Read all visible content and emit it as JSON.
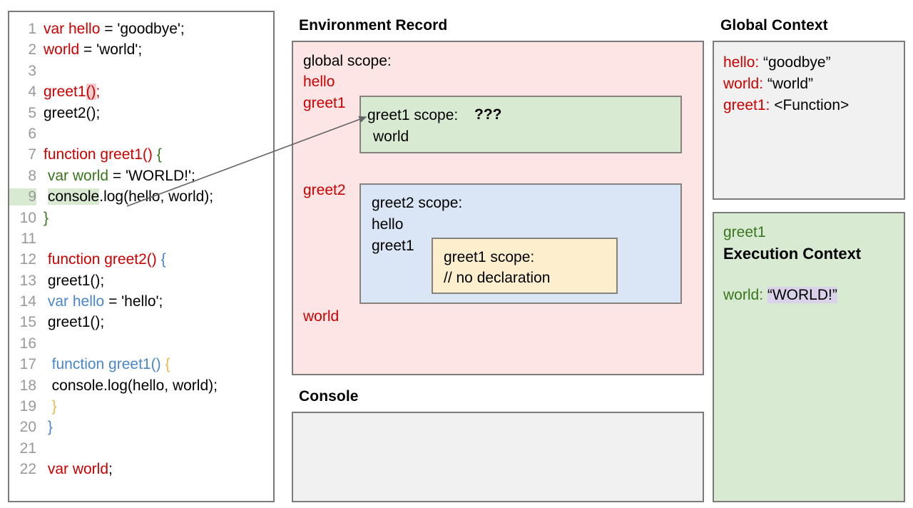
{
  "code_panel": {
    "name": "javascript-source-code",
    "lines": [
      {
        "n": "1",
        "segments": [
          {
            "t": "var hello",
            "c": "red"
          },
          {
            "t": " = 'goodbye';",
            "c": "black"
          }
        ]
      },
      {
        "n": "2",
        "segments": [
          {
            "t": "world",
            "c": "red"
          },
          {
            "t": " = 'world';",
            "c": "black"
          }
        ]
      },
      {
        "n": "3",
        "segments": []
      },
      {
        "n": "4",
        "segments": [
          {
            "t": "greet1",
            "c": "red"
          },
          {
            "t": "()",
            "c": "red",
            "hl": "red"
          },
          {
            "t": ";",
            "c": "red"
          }
        ]
      },
      {
        "n": "5",
        "segments": [
          {
            "t": "greet2();",
            "c": "black"
          }
        ]
      },
      {
        "n": "6",
        "segments": []
      },
      {
        "n": "7",
        "segments": [
          {
            "t": "function greet1()",
            "c": "red"
          },
          {
            "t": " ",
            "c": "black"
          },
          {
            "t": "{",
            "c": "green"
          }
        ]
      },
      {
        "n": "8",
        "segments": [
          {
            "t": " ",
            "c": "black"
          },
          {
            "t": "var world",
            "c": "green"
          },
          {
            "t": " = 'WORLD!';",
            "c": "black"
          }
        ]
      },
      {
        "n": "9",
        "hl_number": true,
        "segments": [
          {
            "t": " ",
            "c": "black"
          },
          {
            "t": "console",
            "c": "black",
            "hl": "green"
          },
          {
            "t": ".log(hello, world);",
            "c": "black"
          }
        ]
      },
      {
        "n": "10",
        "segments": [
          {
            "t": "}",
            "c": "green"
          }
        ]
      },
      {
        "n": "11",
        "segments": []
      },
      {
        "n": "12",
        "segments": [
          {
            "t": " function greet2()",
            "c": "red"
          },
          {
            "t": " ",
            "c": "black"
          },
          {
            "t": "{",
            "c": "blue"
          }
        ]
      },
      {
        "n": "13",
        "segments": [
          {
            "t": " greet1();",
            "c": "black"
          }
        ]
      },
      {
        "n": "14",
        "segments": [
          {
            "t": " ",
            "c": "black"
          },
          {
            "t": "var hello",
            "c": "blue"
          },
          {
            "t": " = 'hello';",
            "c": "black"
          }
        ]
      },
      {
        "n": "15",
        "segments": [
          {
            "t": " greet1();",
            "c": "black"
          }
        ]
      },
      {
        "n": "16",
        "segments": []
      },
      {
        "n": "17",
        "segments": [
          {
            "t": "  function greet1()",
            "c": "blue"
          },
          {
            "t": " ",
            "c": "black"
          },
          {
            "t": "{",
            "c": "yellow"
          }
        ]
      },
      {
        "n": "18",
        "segments": [
          {
            "t": "  console.log(hello, world);",
            "c": "black"
          }
        ]
      },
      {
        "n": "19",
        "segments": [
          {
            "t": "  }",
            "c": "yellow"
          }
        ]
      },
      {
        "n": "20",
        "segments": [
          {
            "t": " }",
            "c": "blue"
          }
        ]
      },
      {
        "n": "21",
        "segments": []
      },
      {
        "n": "22",
        "segments": [
          {
            "t": " var world",
            "c": "red"
          },
          {
            "t": ";",
            "c": "black"
          }
        ]
      }
    ]
  },
  "environment_record": {
    "title": "Environment Record",
    "global_scope_label": "global scope:",
    "global_vars": [
      "hello",
      "greet1",
      "greet2",
      "world"
    ],
    "greet1_scope": {
      "label": "greet1 scope:",
      "unknown_marker": "???",
      "vars": [
        "world"
      ]
    },
    "greet2_scope": {
      "label": "greet2 scope:",
      "vars": [
        "hello",
        "greet1"
      ],
      "inner_greet1_scope": {
        "label": "greet1 scope:",
        "comment": "// no declaration"
      }
    }
  },
  "console": {
    "title": "Console",
    "output": ""
  },
  "global_context": {
    "title": "Global Context",
    "entries": [
      {
        "key": "hello",
        "sep": ": ",
        "value": "“goodbye”"
      },
      {
        "key": "world",
        "sep": ": ",
        "value": "“world”"
      },
      {
        "key": "greet1",
        "sep": ": ",
        "value": "<Function>"
      }
    ]
  },
  "execution_context": {
    "scope_name": "greet1",
    "title": "Execution Context",
    "entries": [
      {
        "key": "world",
        "sep": ": ",
        "value": "“WORLD!”",
        "highlight": "purple"
      }
    ]
  },
  "colors": {
    "red": "#cc0000",
    "green": "#38761d",
    "blue": "#4a86c8",
    "yellow": "#e8bb4e",
    "grey": "#999999",
    "env_record_bg": "#fce5e4",
    "greet1_scope_bg": "#d9ead3",
    "greet2_scope_bg": "#dae5f5",
    "inner_scope_bg": "#fdeece",
    "console_bg": "#f1f1f1",
    "global_context_bg": "#f1f1f1",
    "exec_context_bg": "#d9ead3",
    "highlight_purple": "#d9d2e9",
    "highlight_green": "#d9ead3",
    "highlight_red": "#f4cccc",
    "border": "#7b7b7b"
  },
  "arrow": {
    "name": "reference-arrow",
    "from": "console-log-line-9",
    "to": "greet1-scope-box"
  }
}
